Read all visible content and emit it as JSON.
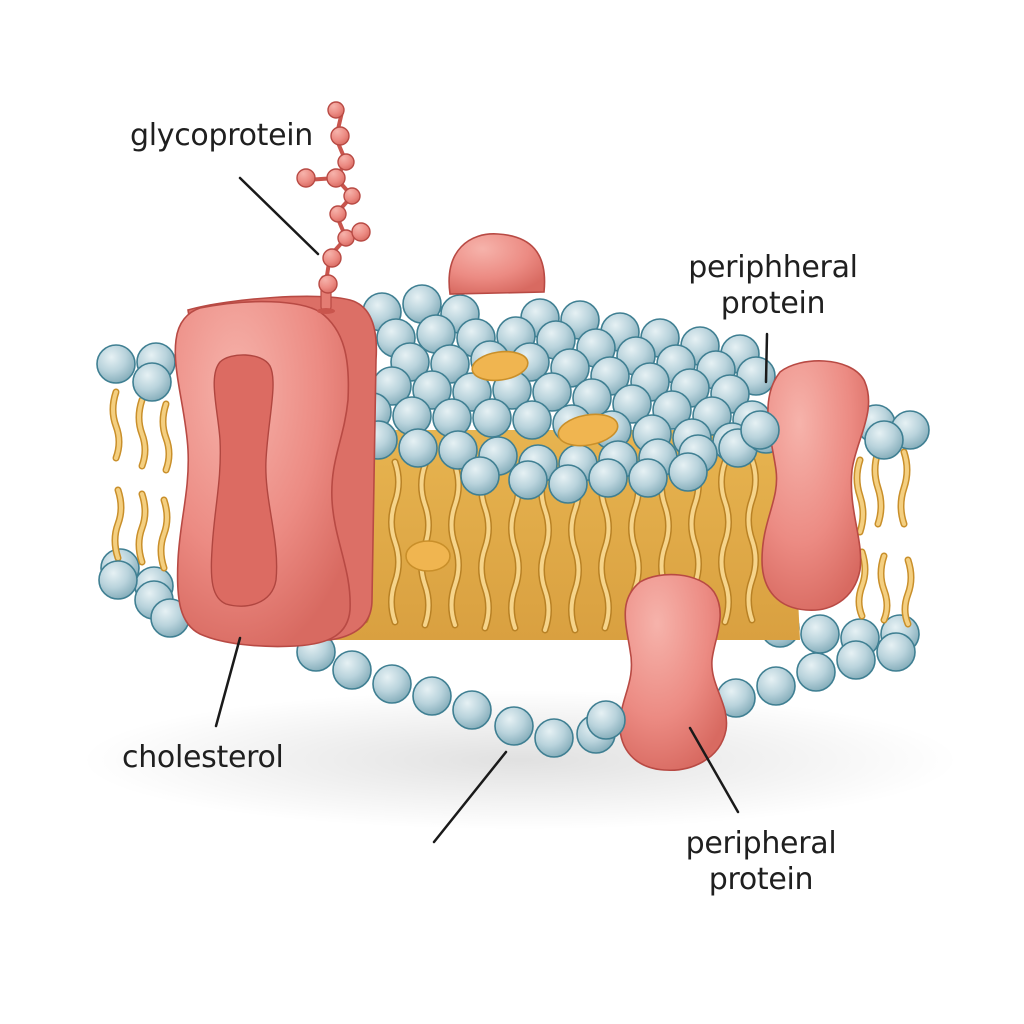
{
  "diagram": {
    "subject": "Cell membrane (phospholipid bilayer) model",
    "labels": {
      "glycoprotein": "glycoprotein",
      "peripheral_top": {
        "line1": "periphheral",
        "line2": "protein"
      },
      "cholesterol": "cholesterol",
      "peripheral_bottom": {
        "line1": "peripheral",
        "line2": "protein"
      },
      "unlabeled_pointer": ""
    },
    "colors": {
      "phosphate_head": "#b9d3dc",
      "phosphate_head_outline": "#3f7f92",
      "lipid_tail": "#f1c468",
      "lipid_tail_outline": "#c98f2a",
      "protein": "#ec8b83",
      "protein_dark": "#d9635a",
      "protein_outline": "#b84a44",
      "cholesterol_inclusion": "#f0b550",
      "leader_line": "#1a1a1a",
      "background": "#ffffff"
    }
  }
}
